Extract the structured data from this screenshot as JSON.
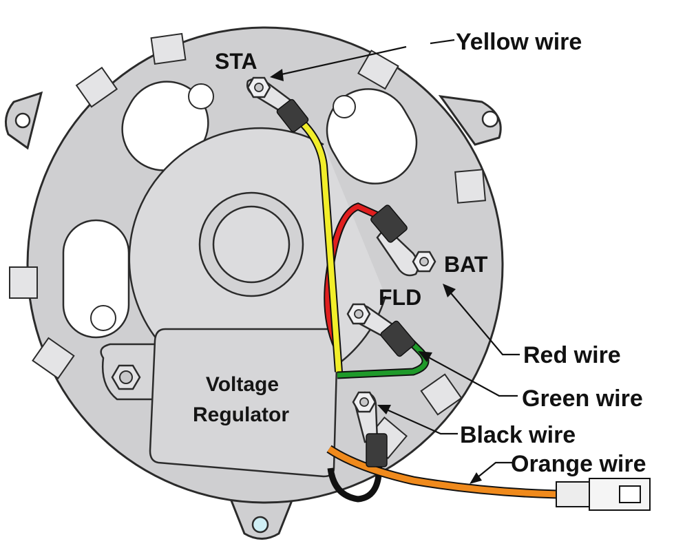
{
  "diagram": {
    "terminals": {
      "sta": "STA",
      "bat": "BAT",
      "fld": "FLD"
    },
    "regulator": {
      "line1": "Voltage",
      "line2": "Regulator"
    },
    "callouts": {
      "yellow": "Yellow wire",
      "red": "Red wire",
      "green": "Green wire",
      "black": "Black wire",
      "orange": "Orange wire"
    },
    "colors": {
      "yellow_wire": "#f2ee2a",
      "red_wire": "#e01f1f",
      "green_wire": "#1f9a2a",
      "black_wire": "#111111",
      "orange_wire": "#f08a1c",
      "housing": "#cfcfd1"
    }
  }
}
